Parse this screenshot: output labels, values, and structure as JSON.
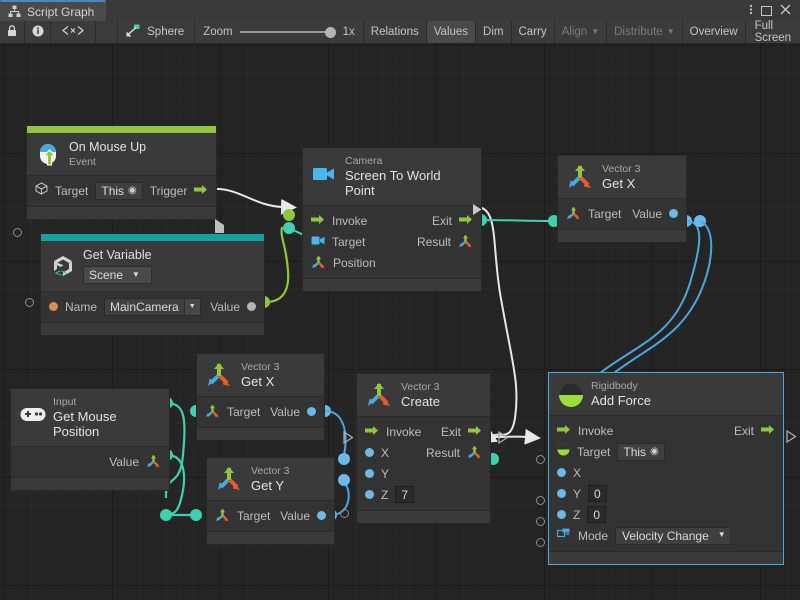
{
  "window": {
    "tab_title": "Script Graph",
    "tab_icon": "script-graph-icon",
    "controls": {
      "menu": "⋮",
      "maximize": "maximize-icon",
      "close": "✕"
    }
  },
  "toolbar": {
    "lock_icon": "lock-icon",
    "info_icon": "info-icon",
    "code_icon": "code-icon",
    "object_icon": "script-graph-icon",
    "object_name": "Sphere",
    "zoom_label": "Zoom",
    "zoom_value": "1x",
    "buttons": [
      {
        "label": "Relations",
        "state": "normal",
        "dropdown": false
      },
      {
        "label": "Values",
        "state": "active",
        "dropdown": false
      },
      {
        "label": "Dim",
        "state": "normal",
        "dropdown": false
      },
      {
        "label": "Carry",
        "state": "normal",
        "dropdown": false
      },
      {
        "label": "Align",
        "state": "disabled",
        "dropdown": true
      },
      {
        "label": "Distribute",
        "state": "disabled",
        "dropdown": true
      },
      {
        "label": "Overview",
        "state": "normal",
        "dropdown": false
      },
      {
        "label": "Full Screen",
        "state": "normal",
        "dropdown": false
      }
    ]
  },
  "colors": {
    "accent_event": "#8fc63d",
    "accent_variable": "#16a0a0",
    "flow_edge": "#e8e8e8",
    "data_edge_green": "#8fc63d",
    "data_edge_teal": "#3fd0b0",
    "data_edge_blue": "#49a8e0",
    "node_bg": "#3a3a3a",
    "canvas_bg": "#242424",
    "selection": "#49a8e0"
  },
  "nodes": [
    {
      "id": "on-mouse-up",
      "subtitle": "On Mouse Up",
      "title": "Event",
      "icon": "mouse-up-icon",
      "accent": "#8fc63d",
      "ports": {
        "target_label": "Target",
        "target_value": "This",
        "trigger_label": "Trigger"
      }
    },
    {
      "id": "get-variable",
      "subtitle": "Get Variable",
      "title": "",
      "scope": "Scene",
      "icon": "unity-variable-icon",
      "accent": "#16a0a0",
      "ports": {
        "name_label": "Name",
        "name_value": "MainCamera",
        "value_label": "Value"
      }
    },
    {
      "id": "camera-screen-to-world",
      "subtitle": "Camera",
      "title": "Screen To World Point",
      "icon": "camera-icon",
      "ports": {
        "invoke": "Invoke",
        "exit": "Exit",
        "target": "Target",
        "result": "Result",
        "position": "Position"
      }
    },
    {
      "id": "vector3-get-x-top",
      "subtitle": "Vector 3",
      "title": "Get X",
      "icon": "vector3-icon",
      "ports": {
        "target": "Target",
        "value": "Value"
      }
    },
    {
      "id": "input-get-mouse-position",
      "subtitle": "Input",
      "title": "Get Mouse Position",
      "icon": "gamepad-icon",
      "ports": {
        "value": "Value"
      }
    },
    {
      "id": "vector3-get-x-mid",
      "subtitle": "Vector 3",
      "title": "Get X",
      "icon": "vector3-icon",
      "ports": {
        "target": "Target",
        "value": "Value"
      }
    },
    {
      "id": "vector3-get-y",
      "subtitle": "Vector 3",
      "title": "Get Y",
      "icon": "vector3-icon",
      "ports": {
        "target": "Target",
        "value": "Value"
      }
    },
    {
      "id": "vector3-create",
      "subtitle": "Vector 3",
      "title": "Create",
      "icon": "vector3-icon",
      "ports": {
        "invoke": "Invoke",
        "exit": "Exit",
        "x": "X",
        "y": "Y",
        "z": "Z",
        "z_value": "7",
        "result": "Result"
      }
    },
    {
      "id": "rigidbody-add-force",
      "subtitle": "Rigidbody",
      "title": "Add Force",
      "icon": "rigidbody-icon",
      "selected": true,
      "ports": {
        "invoke": "Invoke",
        "exit": "Exit",
        "target": "Target",
        "target_value": "This",
        "x": "X",
        "y": "Y",
        "y_value": "0",
        "z": "Z",
        "z_value": "0",
        "mode": "Mode",
        "mode_value": "Velocity Change"
      }
    }
  ]
}
